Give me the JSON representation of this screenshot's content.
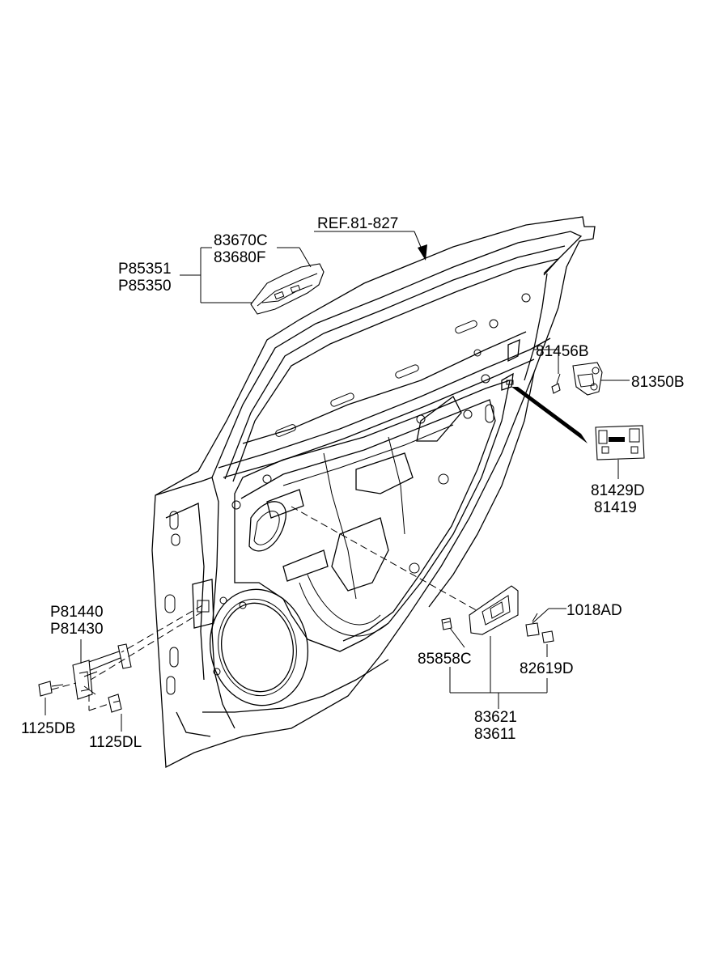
{
  "labels": {
    "ref": "REF.81-827",
    "handle_a": "83670C",
    "handle_b": "83680F",
    "handle_c": "P85351",
    "handle_d": "P85350",
    "striker_bolt": "81456B",
    "striker": "81350B",
    "latch_a": "81429D",
    "latch_b": "81419",
    "checker_a": "P81440",
    "checker_b": "P81430",
    "bolt_db": "1125DB",
    "bolt_dl": "1125DL",
    "screw": "1018AD",
    "clip": "85858C",
    "cap": "82619D",
    "switch_a": "83621",
    "switch_b": "83611"
  }
}
